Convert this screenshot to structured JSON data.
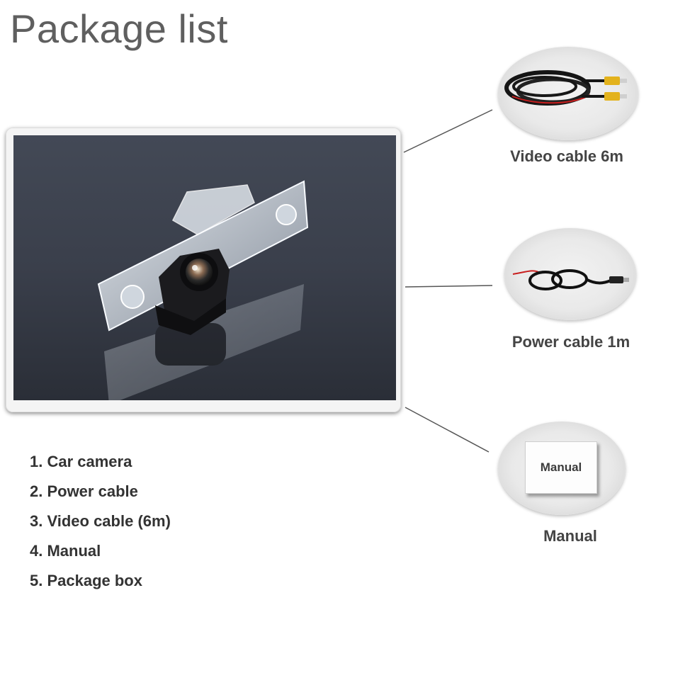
{
  "page": {
    "title": "Package list"
  },
  "photo": {
    "alt": "Car camera"
  },
  "accessories": [
    {
      "caption": "Video cable 6m",
      "icon": "video-cable-image"
    },
    {
      "caption": "Power cable 1m",
      "icon": "power-cable-image"
    },
    {
      "caption": "Manual",
      "card_label": "Manual",
      "icon": "manual-image"
    }
  ],
  "contents": [
    "1. Car camera",
    "2. Power cable",
    "3. Video cable (6m)",
    "4. Manual",
    "5. Package box"
  ],
  "colors": {
    "title": "#5f5f5f",
    "photo_background": "#2e333d",
    "plug_yellow": "#e3b21c",
    "wire_red": "#c81e1e"
  }
}
